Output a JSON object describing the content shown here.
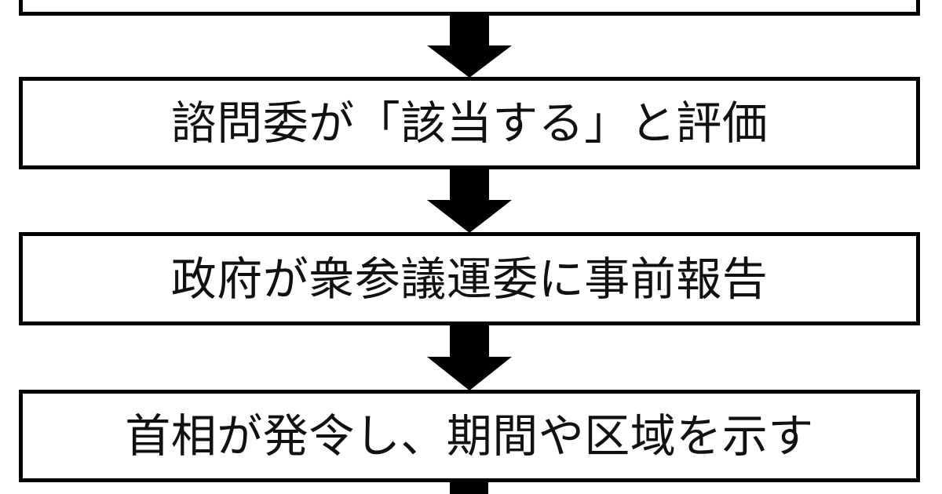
{
  "diagram": {
    "type": "flowchart",
    "orientation": "vertical",
    "title": "",
    "language": "ja",
    "colors": {
      "box_border": "#000000",
      "box_fill": "#ffffff",
      "arrow_fill": "#000000",
      "text": "#111111",
      "background": "#ffffff"
    },
    "nodes": [
      {
        "id": "step-1",
        "label": "",
        "clipped": true,
        "note": "top box cropped by image frame; only bottom border visible"
      },
      {
        "id": "step-2",
        "label": "諮問委が「該当する」と評価",
        "clipped": false
      },
      {
        "id": "step-3",
        "label": "政府が衆参議運委に事前報告",
        "clipped": false
      },
      {
        "id": "step-4",
        "label": "首相が発令し、期間や区域を示す",
        "clipped": false
      }
    ],
    "connectors": [
      {
        "id": "arrow-1",
        "from": "step-1",
        "to": "step-2",
        "glyph": "down-arrow"
      },
      {
        "id": "arrow-2",
        "from": "step-2",
        "to": "step-3",
        "glyph": "down-arrow"
      },
      {
        "id": "arrow-3",
        "from": "step-3",
        "to": "step-4",
        "glyph": "down-arrow"
      },
      {
        "id": "arrow-4",
        "from": "step-4",
        "to": "",
        "glyph": "down-arrow",
        "clipped": true
      }
    ]
  }
}
